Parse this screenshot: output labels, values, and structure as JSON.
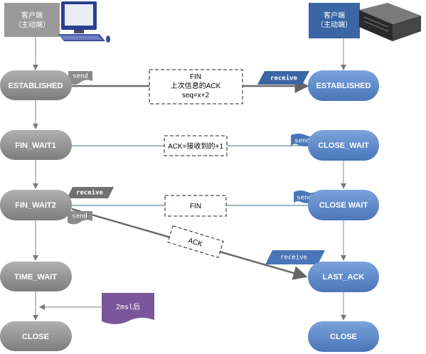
{
  "client": {
    "header_line1": "客户端",
    "header_line2": "（主动端）",
    "states": [
      "ESTABLISHED",
      "FIN_WAIT1",
      "FIN_WAIT2",
      "TIME_WAIT",
      "CLOSE"
    ]
  },
  "server": {
    "header_line1": "客户端",
    "header_line2": "（主动端）",
    "states": [
      "ESTABLISHED",
      "CLOSE_WAIT",
      "CLOSE WAIT",
      "LAST_ACK",
      "CLOSE"
    ]
  },
  "messages": {
    "fin1_line1": "FIN",
    "fin1_line2": "上次信息的ACK",
    "fin1_line3": "seq=x+2",
    "ack1": "ACK=接收到的+1",
    "fin2": "FIN",
    "ack2": "ACK"
  },
  "tags": {
    "client_send_1": "send",
    "server_receive_1": "receive",
    "server_send_1": "send",
    "client_receive_2": "receive",
    "server_send_2": "send",
    "client_send_2": "send",
    "server_receive_2": "receive"
  },
  "note": {
    "wait_label": "2msl后"
  },
  "colors": {
    "client_state": "#8c8c8c",
    "server_state": "#5b86c3",
    "client_header": "#9a9a9a",
    "server_header": "#3b65a3",
    "note": "#7a569a"
  }
}
